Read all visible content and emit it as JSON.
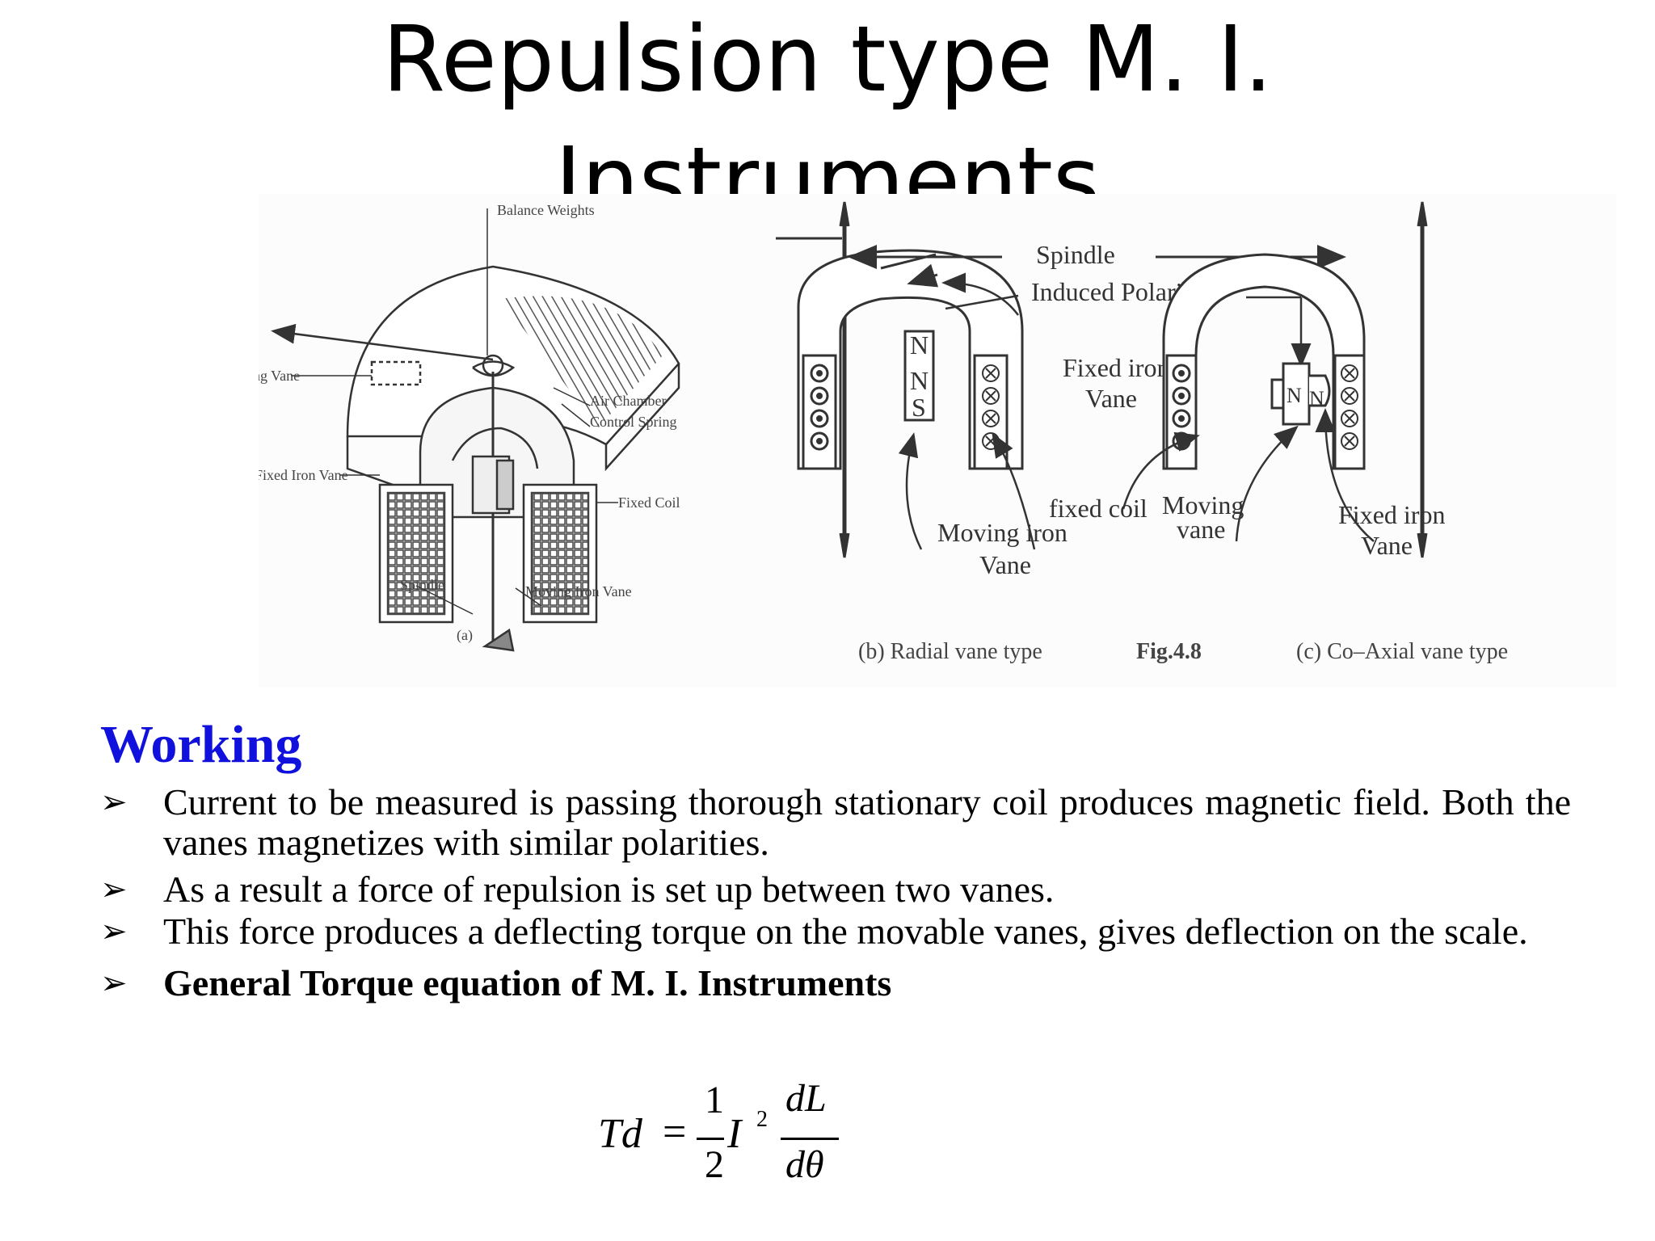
{
  "title": {
    "line1": "Repulsion type M. I.",
    "line2": "Instruments"
  },
  "figure": {
    "a": {
      "labels": {
        "balance_weights": "Balance Weights",
        "damping_vane": "Damping Vane",
        "air_chamber": "Air Chamber",
        "control_spring": "Control Spring",
        "fixed_iron_vane": "Fixed Iron Vane",
        "fixed_coil": "Fixed Coil",
        "spindle": "Spindle",
        "moving_iron_vane": "Moving Iron Vane"
      },
      "caption": "(a)"
    },
    "b": {
      "labels": {
        "spindle": "Spindle",
        "induced_polarities": "Induced Polarities",
        "fixed_iron_vane_1": "Fixed iron",
        "fixed_iron_vane_2": "Vane",
        "fixed_coil": "fixed coil",
        "moving_iron_1": "Moving iron",
        "moving_iron_2": "Vane",
        "pole_n": "N",
        "pole_n2": "N",
        "pole_s": "S"
      },
      "caption": "(b) Radial vane type"
    },
    "fig_label": "Fig.4.8",
    "c": {
      "labels": {
        "moving_vane_1": "Moving",
        "moving_vane_2": "vane",
        "fixed_iron_vane_1": "Fixed iron",
        "fixed_iron_vane_2": "Vane",
        "pole_n1": "N",
        "pole_n2": "N"
      },
      "caption": "(c) Co–Axial vane type"
    }
  },
  "working": {
    "heading": "Working",
    "bullets": [
      "Current to be measured is passing thorough stationary coil produces magnetic field. Both the vanes magnetizes with similar polarities.",
      "As a result a force of repulsion is set up between two vanes.",
      "This force produces a deflecting torque on the movable vanes, gives deflection on the scale.",
      "General Torque equation of M. I. Instruments"
    ]
  },
  "equation": {
    "lhs": "Td",
    "equals": "=",
    "frac_num": "1",
    "frac_den": "2",
    "current": "I",
    "exponent": "2",
    "deriv_num": "dL",
    "deriv_den": "dθ"
  }
}
